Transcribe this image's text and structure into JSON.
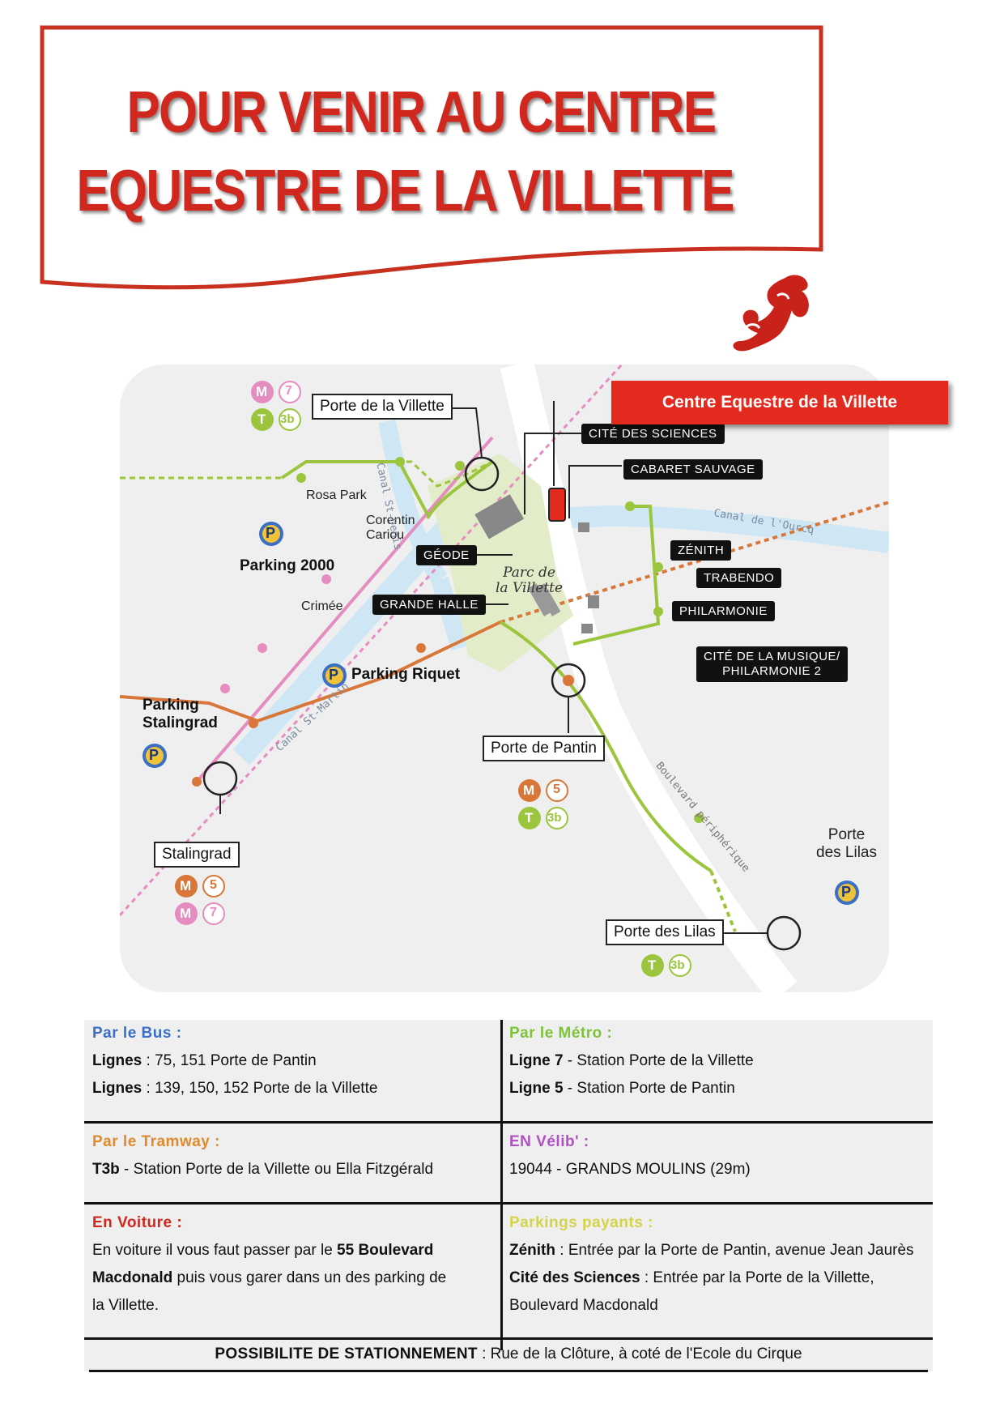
{
  "title": {
    "line1": "POUR VENIR AU CENTRE",
    "line2": "EQUESTRE DE LA VILLETTE"
  },
  "colors": {
    "title_red": "#d0281e",
    "metro_pink": "#e58cc0",
    "metro_orange": "#d9773a",
    "tram_green": "#9bc53d",
    "canal_blue": "#cfe7f5",
    "bus_blue": "#3a6fc4",
    "metro_green": "#7ec23a",
    "tram_orange": "#e08a2c",
    "velib_purple": "#b24fc4",
    "voiture_red": "#d0281e",
    "parking_yellow": "#d4d34b"
  },
  "icons": [
    "horse-logo-icon",
    "metro-icon",
    "tram-icon",
    "parking-icon"
  ],
  "map": {
    "highlight": "Centre Equestre de la Villette",
    "stations": {
      "porte_villette": "Porte de la Villette",
      "porte_pantin": "Porte de Pantin",
      "stalingrad": "Stalingrad",
      "porte_lilas_station": "Porte des Lilas"
    },
    "badges": {
      "m": "M",
      "t": "T",
      "l7": "7",
      "l5": "5",
      "l3b": "3b"
    },
    "places": {
      "cite_sciences": "CITÉ DES SCIENCES",
      "cabaret": "CABARET SAUVAGE",
      "zenith": "ZÉNITH",
      "trabendo": "TRABENDO",
      "philharmonie": "PHILARMONIE",
      "cite_musique_1": "CITÉ DE LA MUSIQUE/",
      "cite_musique_2": "PHILARMONIE 2",
      "geode": "GÉODE",
      "grande_halle": "GRANDE HALLE"
    },
    "stops": {
      "rosa_park": "Rosa Park",
      "corentin_1": "Corentin",
      "corentin_2": "Cariou",
      "crimee": "Crimée",
      "porte_lilas_1": "Porte",
      "porte_lilas_2": "des Lilas"
    },
    "parkings": {
      "p2000": "Parking 2000",
      "riquet": "Parking Riquet",
      "stalingrad_1": "Parking",
      "stalingrad_2": "Stalingrad",
      "p_letter": "P"
    },
    "park": {
      "line1": "Parc de",
      "line2": "la Villette"
    },
    "canals": {
      "st_denis": "Canal St-Denis",
      "ourcq": "Canal de l'Ourcq",
      "st_martin": "Canal St-Martin",
      "periph": "Boulevard périphérique"
    }
  },
  "info": {
    "bus": {
      "heading": "Par le Bus",
      "colon": " :",
      "l1_label": "Lignes",
      "l1_text": " : 75, 151 Porte de Pantin",
      "l2_label": "Lignes",
      "l2_text": " : 139, 150, 152 Porte de la Villette"
    },
    "metro": {
      "heading": "Par le Métro",
      "colon": " :",
      "l1_label": "Ligne 7",
      "l1_text": " - Station Porte de la Villette",
      "l2_label": "Ligne 5",
      "l2_text": " - Station Porte de Pantin"
    },
    "tram": {
      "heading": "Par le Tramway",
      "colon": " :",
      "l1_label": "T3b",
      "l1_text": " - Station Porte de la Villette ou Ella Fitzgérald"
    },
    "velib": {
      "heading": "EN Vélib'",
      "colon": " :",
      "l1_text": "19044 - GRANDS MOULINS (29m)"
    },
    "voiture": {
      "heading": "En Voiture",
      "colon": " :",
      "l1_a": "En voiture il vous faut passer par le ",
      "l1_b": "55 Boulevard",
      "l2_a": "Macdonald",
      "l2_b": " puis vous garer dans un des parking de",
      "l3": "la Villette."
    },
    "parkings": {
      "heading": "Parkings payants",
      "colon": " :",
      "l1_label": "Zénith",
      "l1_text": " : Entrée par la Porte de Pantin, avenue Jean Jaurès",
      "l2_label": "Cité des Sciences",
      "l2_text": " : Entrée par la Porte de la Villette,",
      "l3": "Boulevard Macdonald"
    },
    "footer": {
      "label": "POSSIBILITE DE STATIONNEMENT",
      "text": " : Rue de la Clôture, à coté de l'Ecole du Cirque"
    }
  }
}
